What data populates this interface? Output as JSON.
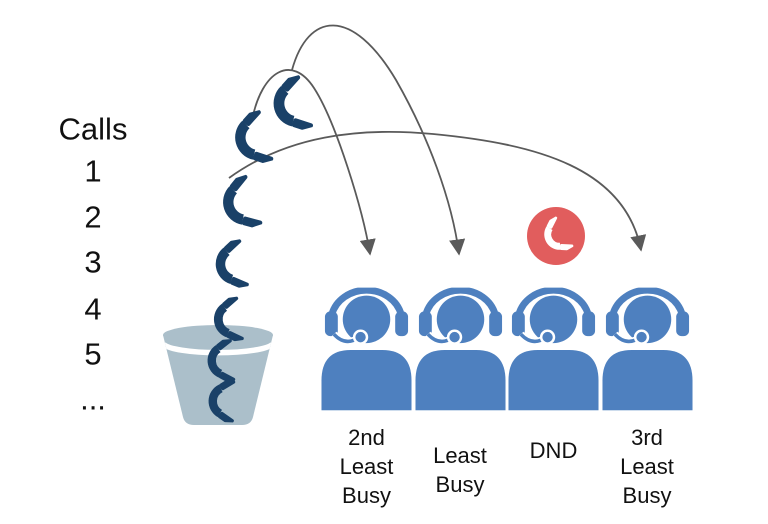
{
  "diagram": {
    "left_column": {
      "title": "Calls",
      "items": [
        "1",
        "2",
        "3",
        "4",
        "5",
        "..."
      ]
    },
    "agents": [
      {
        "id": "agent-1",
        "label": "2nd\nLeast\nBusy"
      },
      {
        "id": "agent-2",
        "label": "Least\nBusy"
      },
      {
        "id": "agent-3",
        "label": "DND",
        "badge": "incoming-call-blocked"
      },
      {
        "id": "agent-4",
        "label": "3rd\nLeast\nBusy"
      }
    ],
    "arrows": [
      {
        "from_call": "1",
        "to_agent": "Least Busy"
      },
      {
        "from_call": "2",
        "to_agent": "2nd Least Busy"
      },
      {
        "from_call": "3",
        "to_agent": "3rd Least Busy"
      }
    ],
    "colors": {
      "phone": "#1a4168",
      "agent": "#4e80bf",
      "dnd_badge": "#e15d5d",
      "arrow": "#5a5a5a",
      "bucket": "#abbfca",
      "text": "#111111"
    }
  }
}
